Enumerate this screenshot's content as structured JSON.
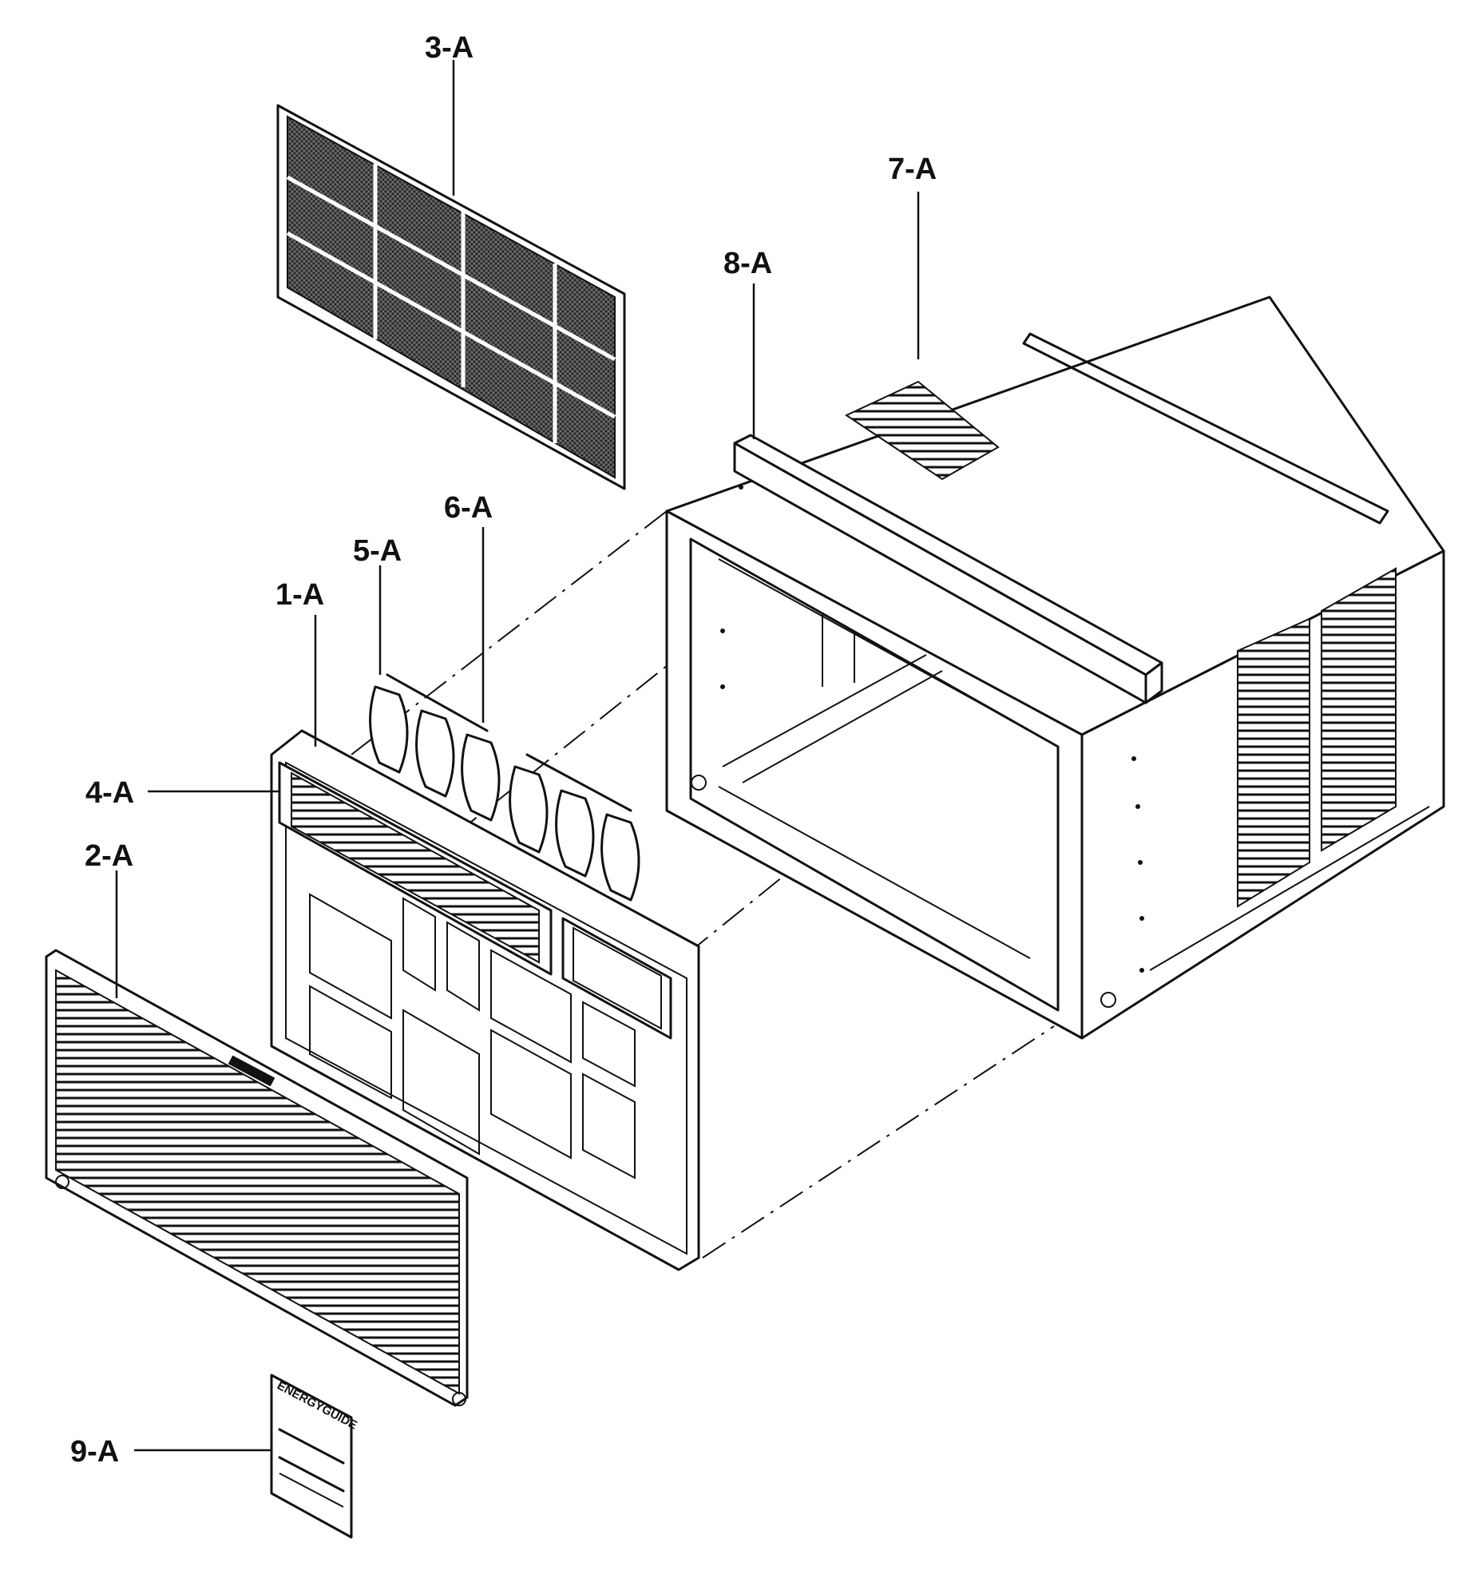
{
  "labels": {
    "p1": "1-A",
    "p2": "2-A",
    "p3": "3-A",
    "p4": "4-A",
    "p5": "5-A",
    "p6": "6-A",
    "p7": "7-A",
    "p8": "8-A",
    "p9": "9-A"
  },
  "energy_guide": {
    "title": "ENERGYGUIDE"
  }
}
